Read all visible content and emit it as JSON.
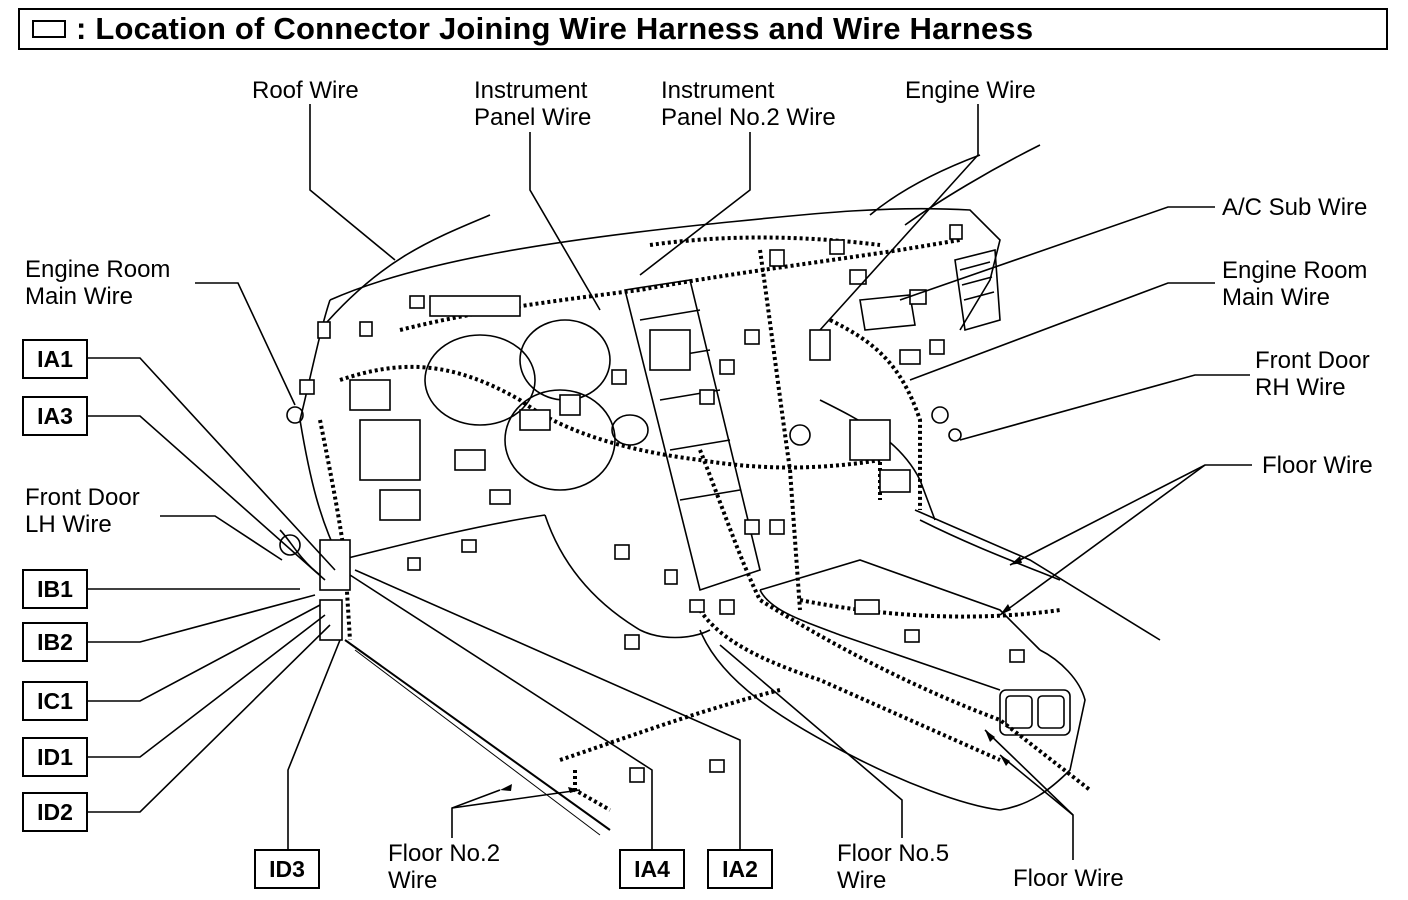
{
  "title": ": Location of Connector Joining Wire Harness and Wire Harness",
  "wire_labels": {
    "roof_wire": "Roof Wire",
    "instrument_panel_wire_l1": "Instrument",
    "instrument_panel_wire_l2": "Panel Wire",
    "instrument_panel_no2_l1": "Instrument",
    "instrument_panel_no2_l2": "Panel No.2 Wire",
    "engine_wire": "Engine Wire",
    "ac_sub_wire": "A/C Sub Wire",
    "engine_room_main_left_l1": "Engine Room",
    "engine_room_main_left_l2": "Main Wire",
    "engine_room_main_right_l1": "Engine Room",
    "engine_room_main_right_l2": "Main Wire",
    "front_door_rh_l1": "Front Door",
    "front_door_rh_l2": "RH Wire",
    "front_door_lh_l1": "Front Door",
    "front_door_lh_l2": "LH Wire",
    "floor_wire_right": "Floor Wire",
    "floor_wire_bottom": "Floor Wire",
    "floor_no2_l1": "Floor No.2",
    "floor_no2_l2": "Wire",
    "floor_no5_l1": "Floor No.5",
    "floor_no5_l2": "Wire"
  },
  "connectors": {
    "ia1": "IA1",
    "ia3": "IA3",
    "ib1": "IB1",
    "ib2": "IB2",
    "ic1": "IC1",
    "id1": "ID1",
    "id2": "ID2",
    "id3": "ID3",
    "ia4": "IA4",
    "ia2": "IA2"
  }
}
